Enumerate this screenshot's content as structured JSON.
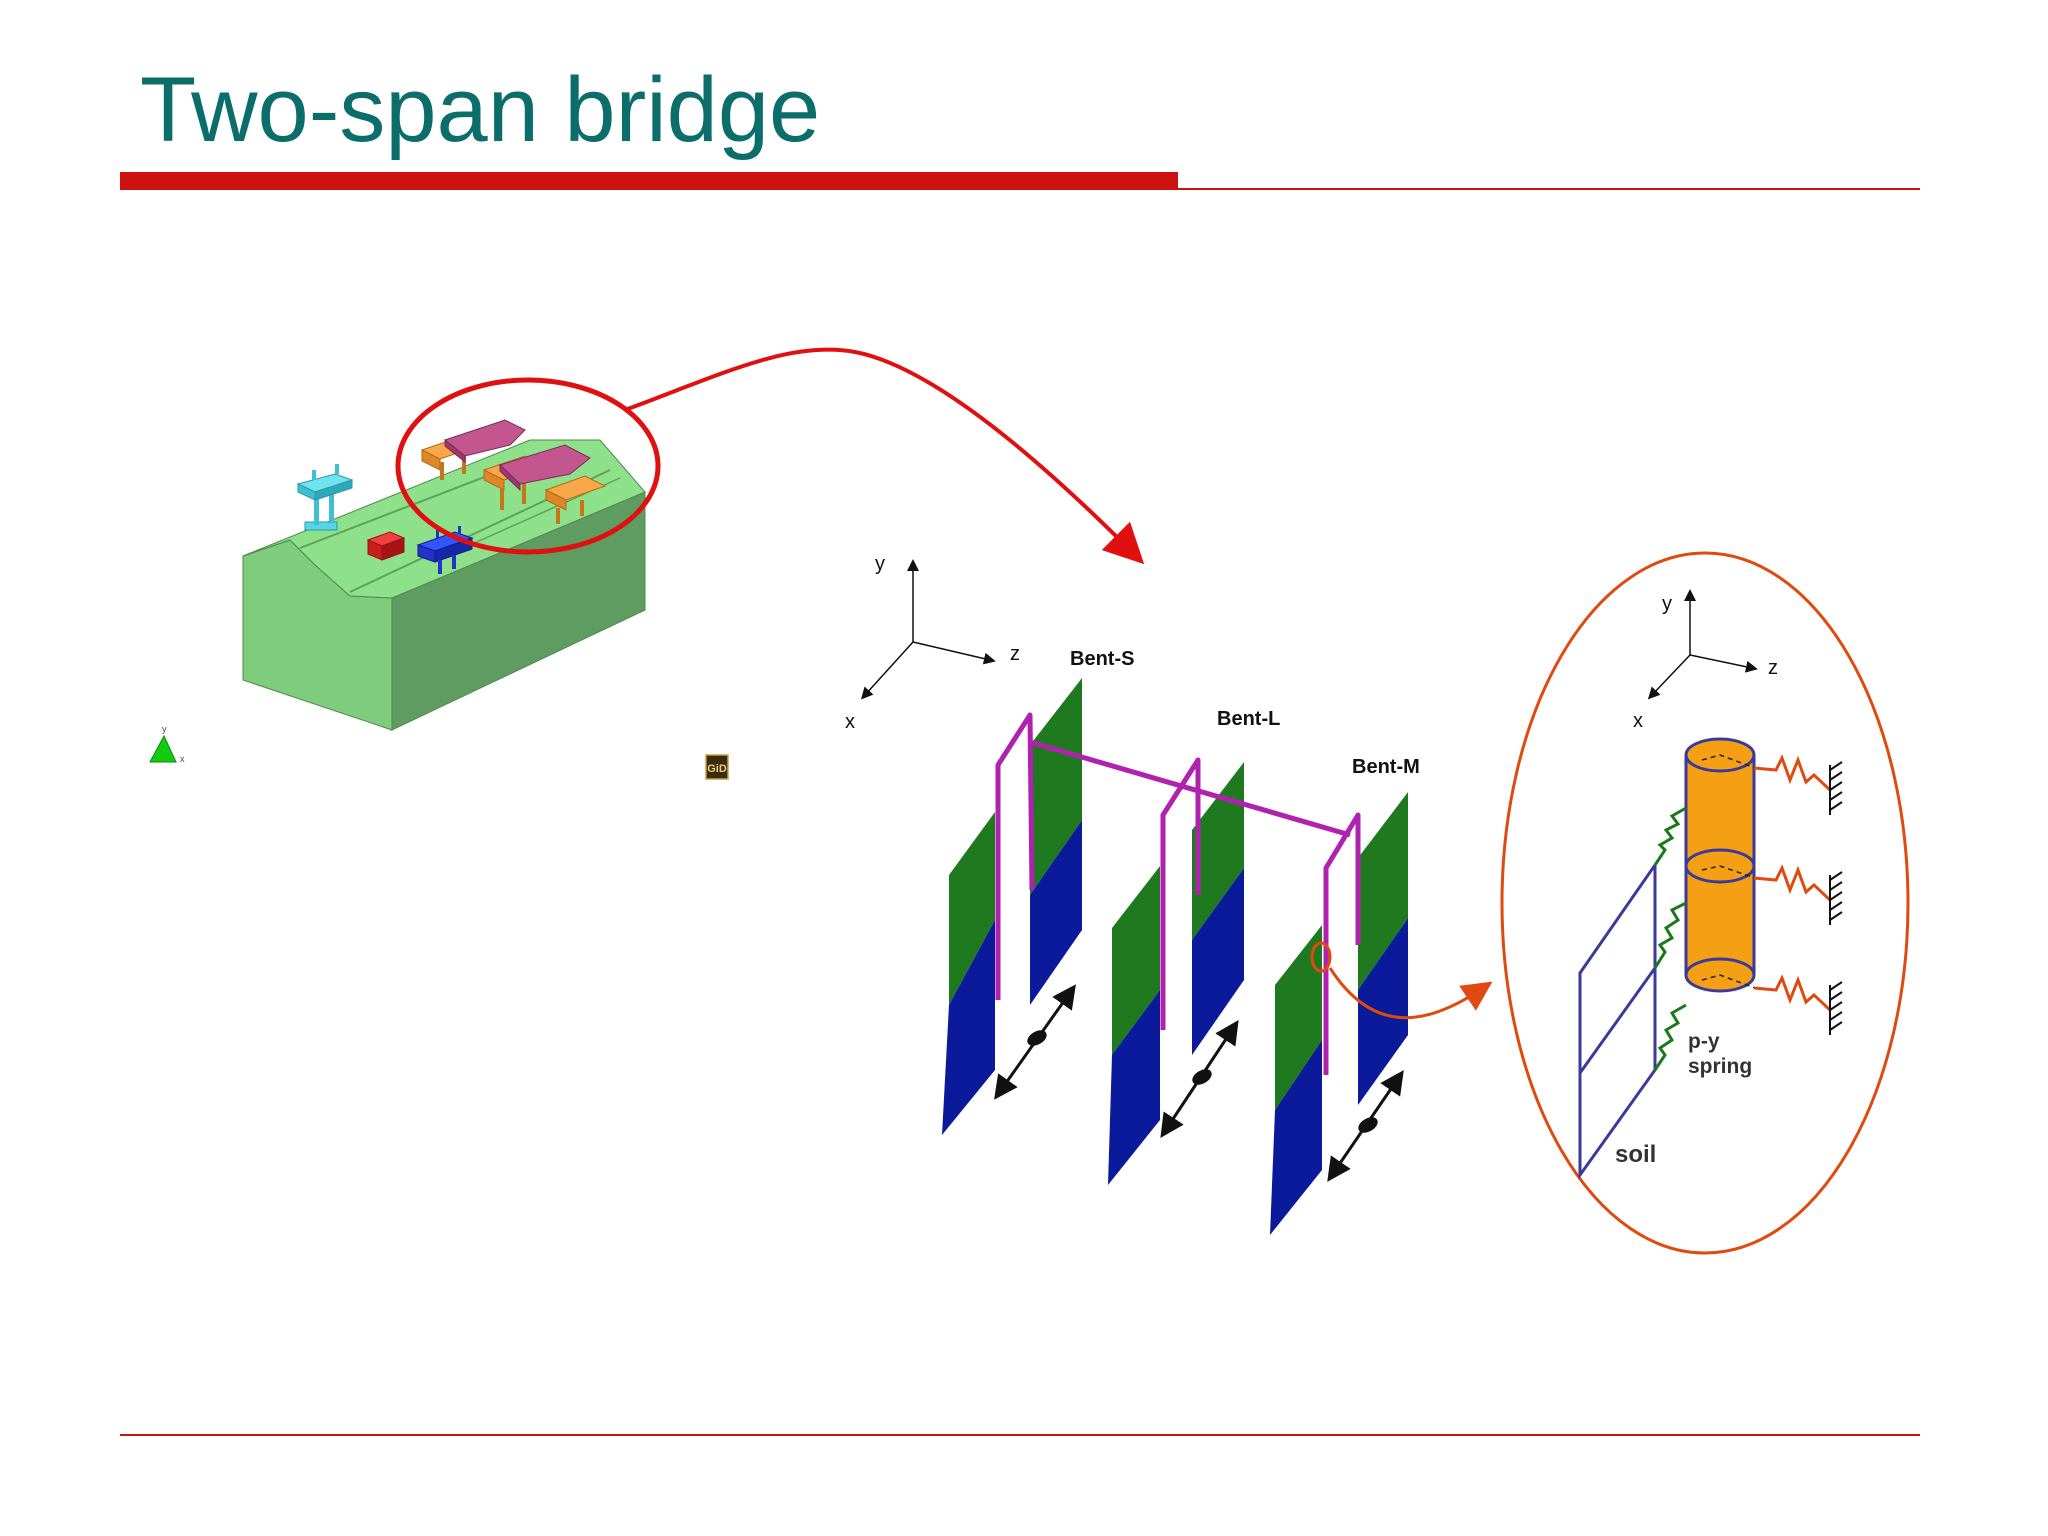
{
  "slide": {
    "title": "Two-span bridge"
  },
  "model_view": {
    "logo_text": "GiD",
    "triad_labels": {
      "y": "y",
      "x": "x"
    }
  },
  "pile_model": {
    "axes": {
      "y": "y",
      "z": "z",
      "x": "x"
    },
    "bents": [
      {
        "label": "Bent-S"
      },
      {
        "label": "Bent-L"
      },
      {
        "label": "Bent-M"
      }
    ]
  },
  "detail": {
    "axes": {
      "y": "y",
      "z": "z",
      "x": "x"
    },
    "spring_label_1": "p-y",
    "spring_label_2": "spring",
    "soil_label": "soil"
  },
  "colors": {
    "title": "#0b6e6a",
    "accent_red": "#cc1111",
    "terrain": "#7fcf7a",
    "deck": "#b64d85",
    "bent_frame": "#b021b0",
    "soil_upper": "#1f7a1f",
    "soil_lower": "#0a1a9a",
    "pile": "#f5a014",
    "py_spring": "#1a7a1a",
    "dashpot": "#e04a10"
  }
}
